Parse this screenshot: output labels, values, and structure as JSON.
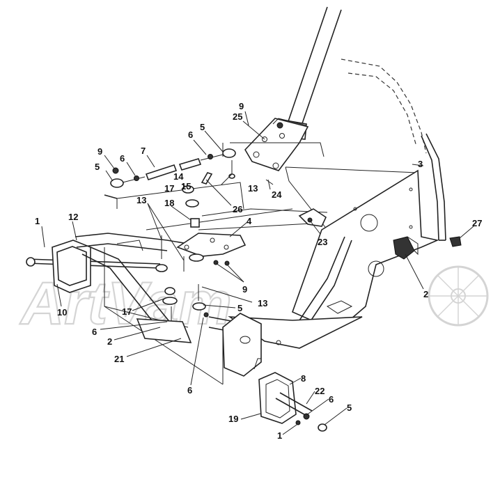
{
  "watermark": {
    "text": "ArtVam"
  },
  "callouts": [
    {
      "id": "c9a",
      "label": "9"
    },
    {
      "id": "c25",
      "label": "25"
    },
    {
      "id": "c6a",
      "label": "6"
    },
    {
      "id": "c5a",
      "label": "5"
    },
    {
      "id": "c9b",
      "label": "9"
    },
    {
      "id": "c6b",
      "label": "6"
    },
    {
      "id": "c7",
      "label": "7"
    },
    {
      "id": "c5b",
      "label": "5"
    },
    {
      "id": "c14",
      "label": "14"
    },
    {
      "id": "c15",
      "label": "15"
    },
    {
      "id": "c17a",
      "label": "17"
    },
    {
      "id": "c13a",
      "label": "13"
    },
    {
      "id": "c24",
      "label": "24"
    },
    {
      "id": "c3",
      "label": "3"
    },
    {
      "id": "c13b",
      "label": "13"
    },
    {
      "id": "c18",
      "label": "18"
    },
    {
      "id": "c26",
      "label": "26"
    },
    {
      "id": "c4",
      "label": "4"
    },
    {
      "id": "c1a",
      "label": "1"
    },
    {
      "id": "c12",
      "label": "12"
    },
    {
      "id": "c23",
      "label": "23"
    },
    {
      "id": "c27",
      "label": "27"
    },
    {
      "id": "c9c",
      "label": "9"
    },
    {
      "id": "c10",
      "label": "10"
    },
    {
      "id": "c13c",
      "label": "13"
    },
    {
      "id": "c5c",
      "label": "5"
    },
    {
      "id": "c2a",
      "label": "2"
    },
    {
      "id": "c17b",
      "label": "17"
    },
    {
      "id": "c6c",
      "label": "6"
    },
    {
      "id": "c2b",
      "label": "2"
    },
    {
      "id": "c21",
      "label": "21"
    },
    {
      "id": "c6d",
      "label": "6"
    },
    {
      "id": "c8",
      "label": "8"
    },
    {
      "id": "c22",
      "label": "22"
    },
    {
      "id": "c6e",
      "label": "6"
    },
    {
      "id": "c19",
      "label": "19"
    },
    {
      "id": "c5d",
      "label": "5"
    },
    {
      "id": "c1b",
      "label": "1"
    }
  ]
}
